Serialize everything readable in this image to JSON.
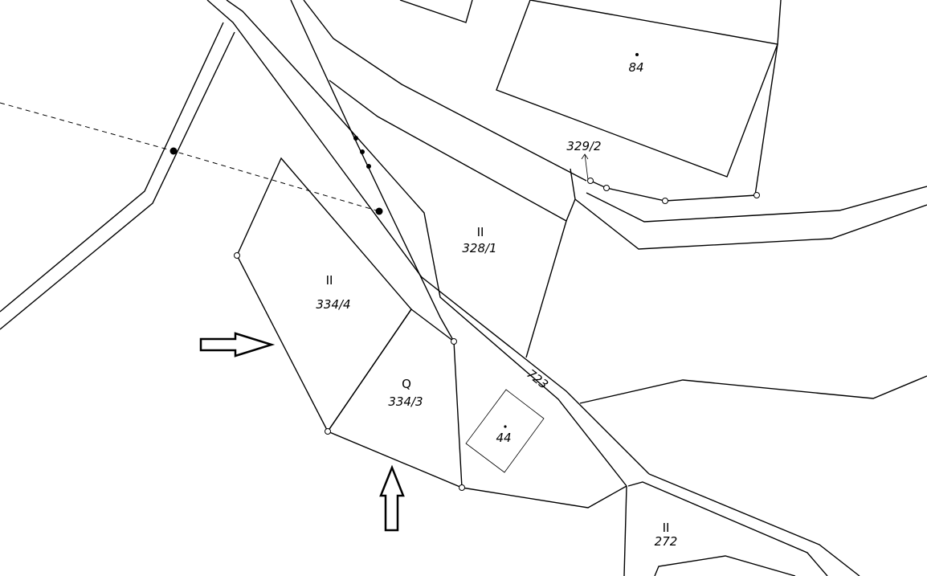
{
  "parcels": [
    {
      "id": "p-84",
      "label": "84"
    },
    {
      "id": "p-329-2",
      "label": "329/2"
    },
    {
      "id": "p-328-1",
      "label": "328/1",
      "symbol": "II"
    },
    {
      "id": "p-334-4",
      "label": "334/4",
      "symbol": "II"
    },
    {
      "id": "p-334-3",
      "label": "334/3",
      "symbol": "Q"
    },
    {
      "id": "p-44",
      "label": "44"
    },
    {
      "id": "p-272",
      "label": "272",
      "symbol": "II"
    },
    {
      "id": "p-723",
      "label": "723"
    }
  ],
  "symbols": {
    "meadow": "II",
    "garden": "Q"
  },
  "colors": {
    "line": "#000000",
    "background": "#ffffff"
  }
}
